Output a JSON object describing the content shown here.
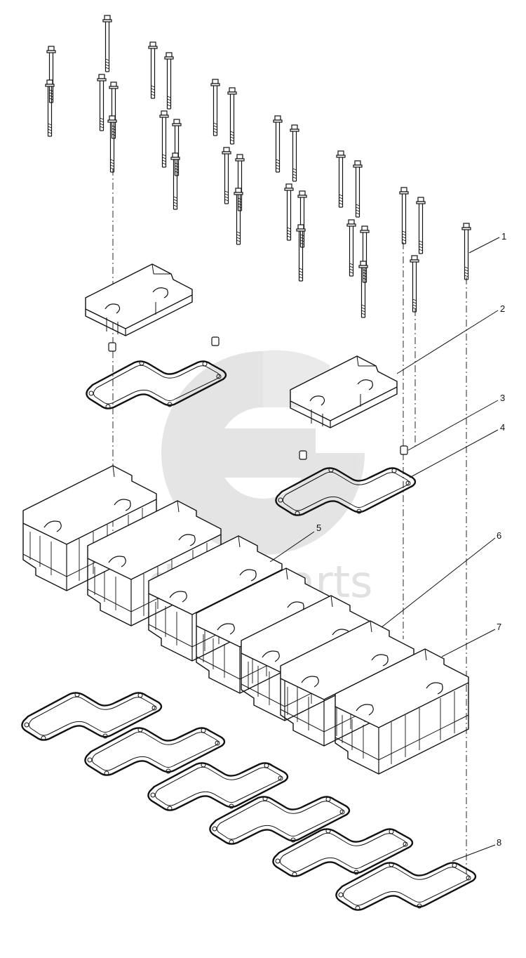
{
  "diagram": {
    "callouts": [
      {
        "label": "1",
        "part": "bolt"
      },
      {
        "label": "2",
        "part": "cover-cap"
      },
      {
        "label": "3",
        "part": "spacer-sleeve"
      },
      {
        "label": "4",
        "part": "cover-gasket"
      },
      {
        "label": "5",
        "part": "cover-housing-front"
      },
      {
        "label": "6",
        "part": "cover-housing-rear"
      },
      {
        "label": "7",
        "part": "end-cover"
      },
      {
        "label": "8",
        "part": "base-gasket"
      }
    ],
    "watermark": {
      "text": "data-parts"
    },
    "colors": {
      "line": "#111111",
      "watermark": "#cfcfcf",
      "background": "#ffffff"
    }
  }
}
